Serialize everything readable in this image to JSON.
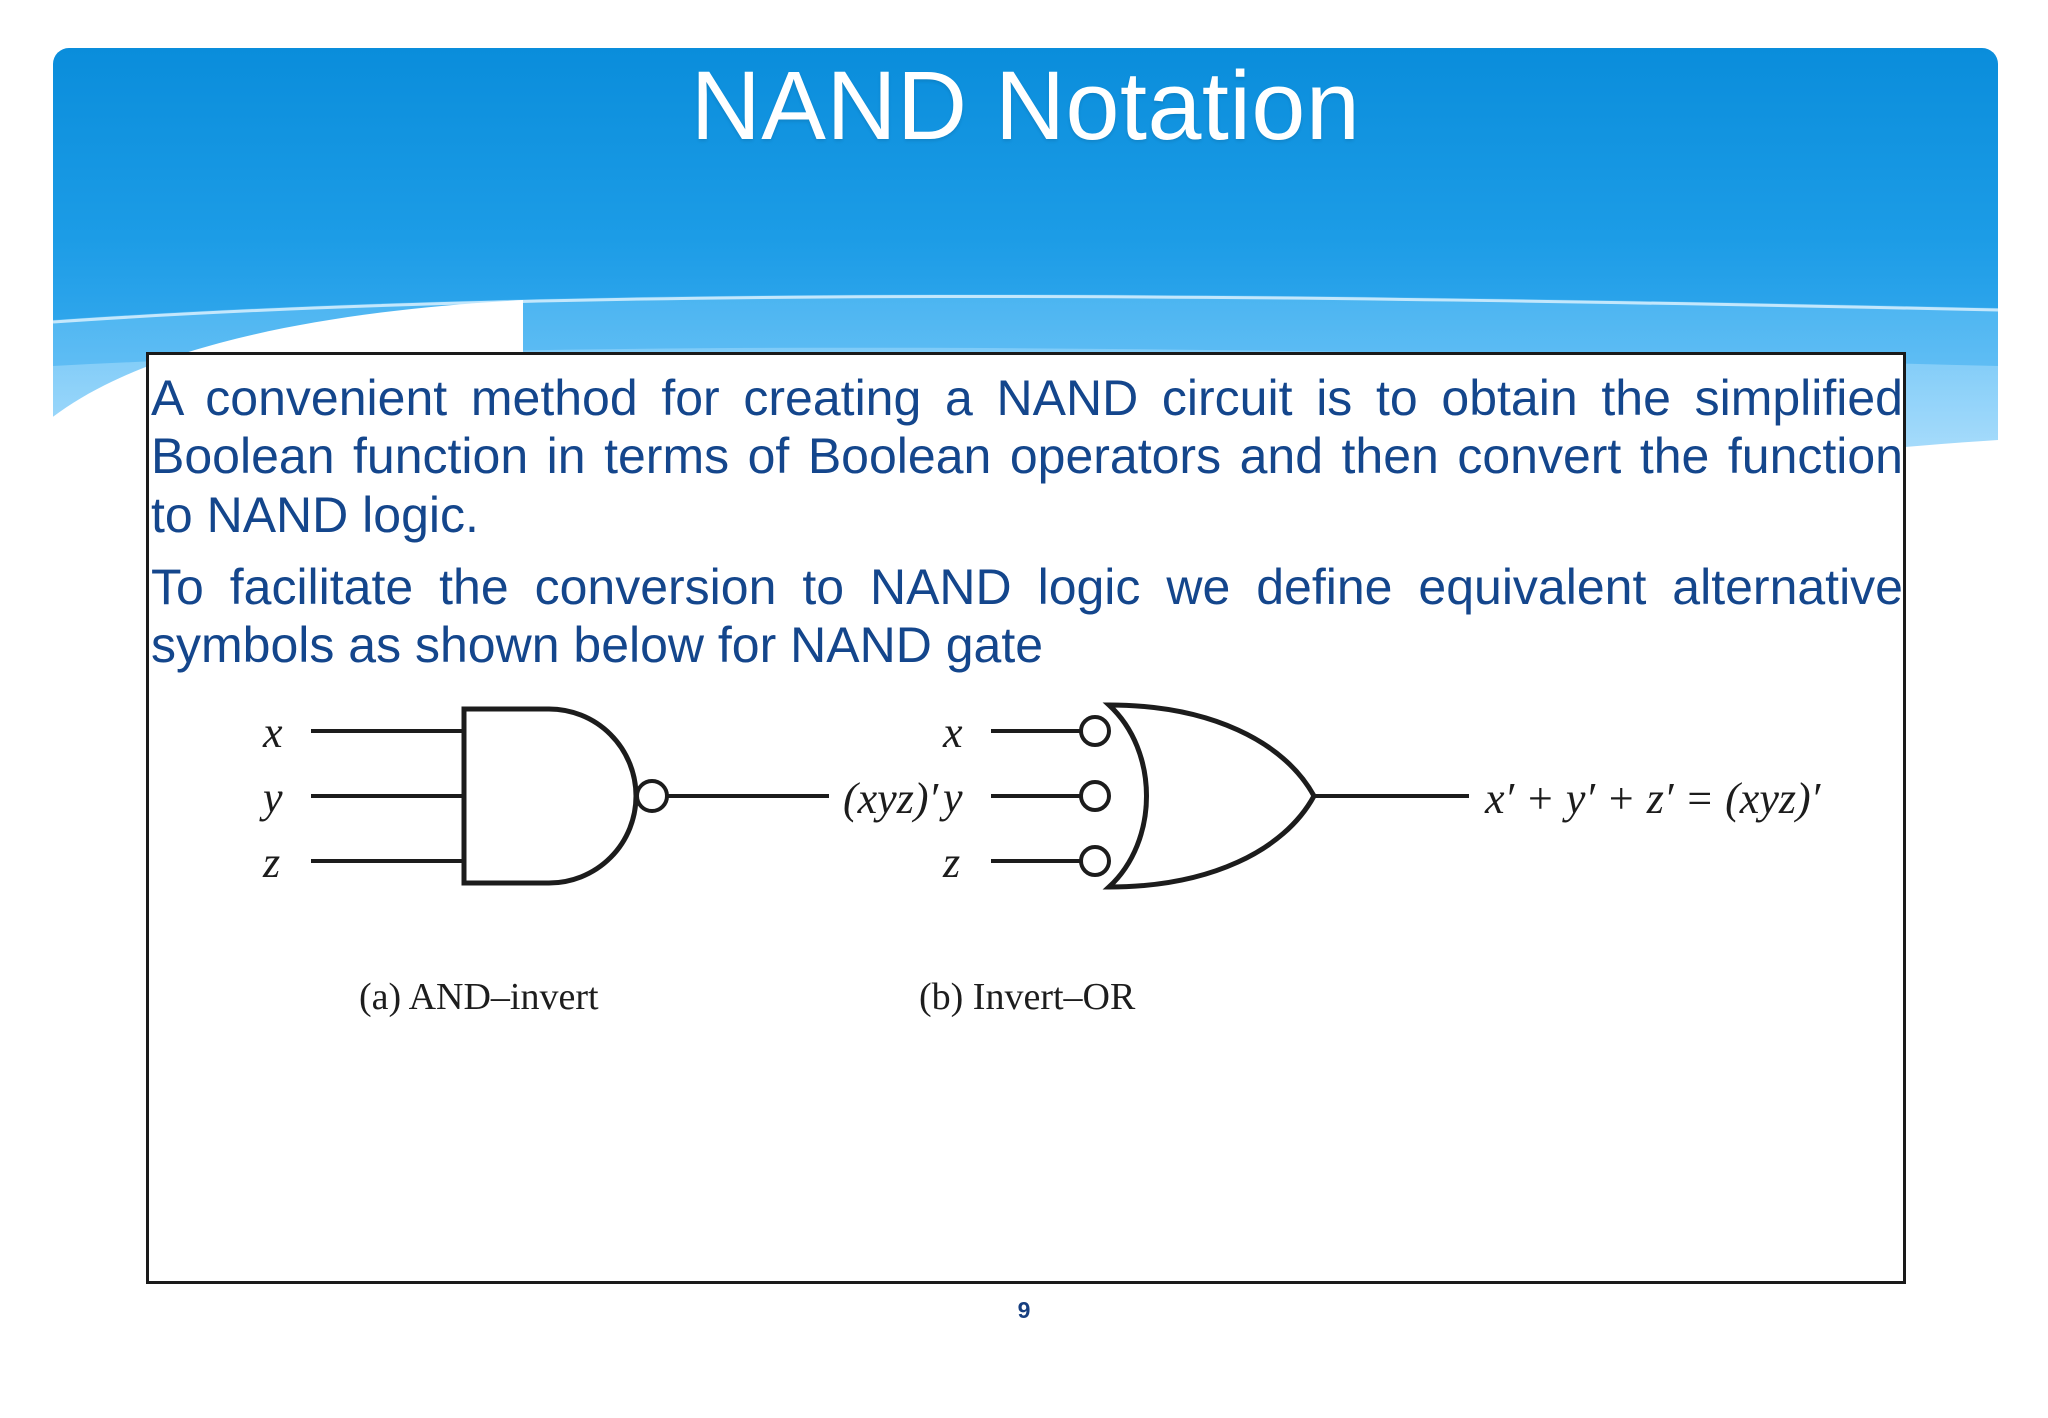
{
  "slide": {
    "title": "NAND Notation",
    "page_number": "9",
    "colors": {
      "banner_top": "#0d93de",
      "banner_bottom": "#4ab3f4",
      "body_text": "#14468c",
      "title_text": "#ffffff",
      "frame_border": "#1a1a1a",
      "page_number": "#173f80"
    }
  },
  "body": {
    "paragraph_1": "A convenient method for creating a NAND circuit is to obtain the simplified Boolean function in terms of Boolean operators and then convert the function to NAND logic.",
    "paragraph_2": "To facilitate the conversion to NAND logic we define equivalent alternative symbols as shown below for NAND gate"
  },
  "figure": {
    "gate_a": {
      "caption": "(a) AND–invert",
      "inputs": [
        "x",
        "y",
        "z"
      ],
      "output_label": "(xyz)′",
      "shape": "and-gate-with-output-bubble"
    },
    "gate_b": {
      "caption": "(b) Invert–OR",
      "inputs": [
        "x",
        "y",
        "z"
      ],
      "output_label": "x′ + y′ + z′ = (xyz)′",
      "shape": "or-gate-with-input-bubbles"
    }
  }
}
